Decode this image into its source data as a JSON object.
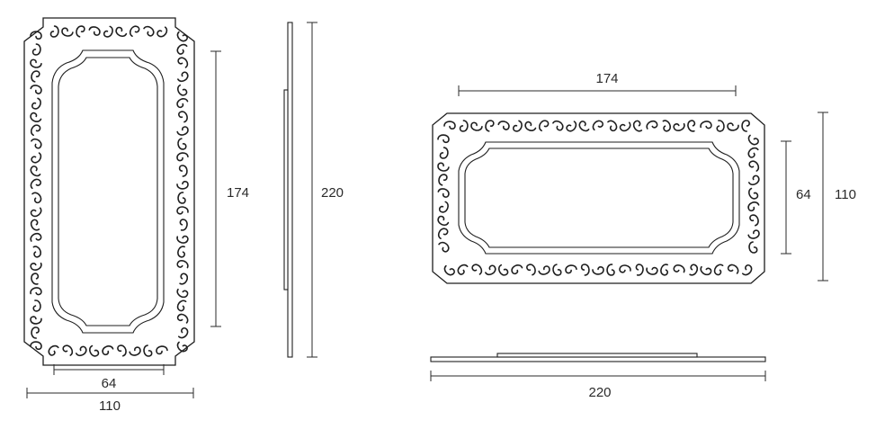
{
  "colors": {
    "line": "#2a2a2a",
    "background": "#ffffff"
  },
  "vertical_view": {
    "inner_height": "174",
    "inner_width": "64",
    "outer_width": "110",
    "side_height": "220"
  },
  "horizontal_view": {
    "inner_width": "174",
    "inner_height": "64",
    "outer_height": "110",
    "side_width": "220"
  }
}
